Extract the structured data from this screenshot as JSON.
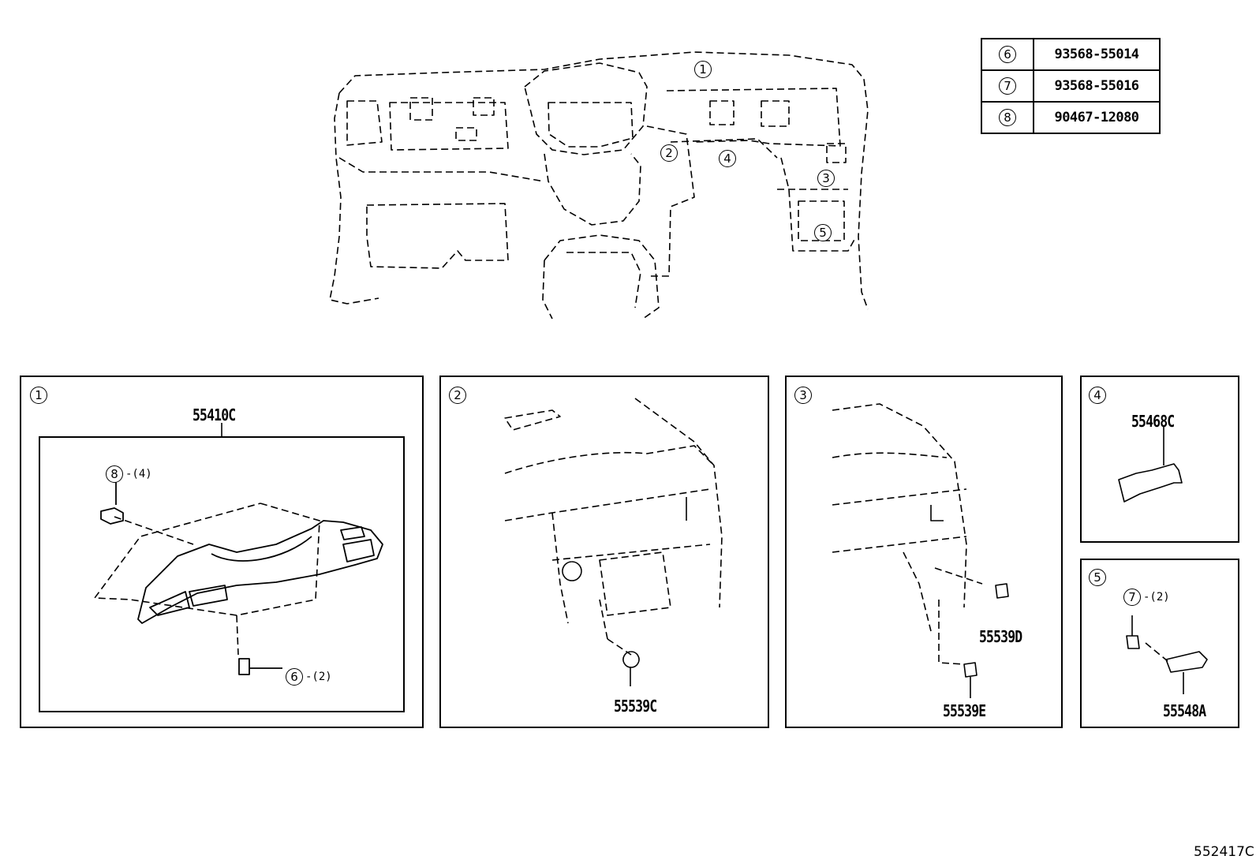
{
  "parts_table": [
    {
      "ref": "6",
      "part_number": "93568-55014"
    },
    {
      "ref": "7",
      "part_number": "93568-55016"
    },
    {
      "ref": "8",
      "part_number": "90467-12080"
    }
  ],
  "overview_callouts": [
    "1",
    "2",
    "3",
    "4",
    "5"
  ],
  "panels": {
    "p1": {
      "ref": "1",
      "part": "55410C",
      "sub8": "8",
      "sub8_qty": "-(4)",
      "sub6": "6",
      "sub6_qty": "-(2)"
    },
    "p2": {
      "ref": "2",
      "part": "55539C"
    },
    "p3": {
      "ref": "3",
      "part_d": "55539D",
      "part_e": "55539E"
    },
    "p4": {
      "ref": "4",
      "part": "55468C"
    },
    "p5": {
      "ref": "5",
      "part": "55548A",
      "sub7": "7",
      "sub7_qty": "-(2)"
    }
  },
  "drawing_id": "552417C"
}
